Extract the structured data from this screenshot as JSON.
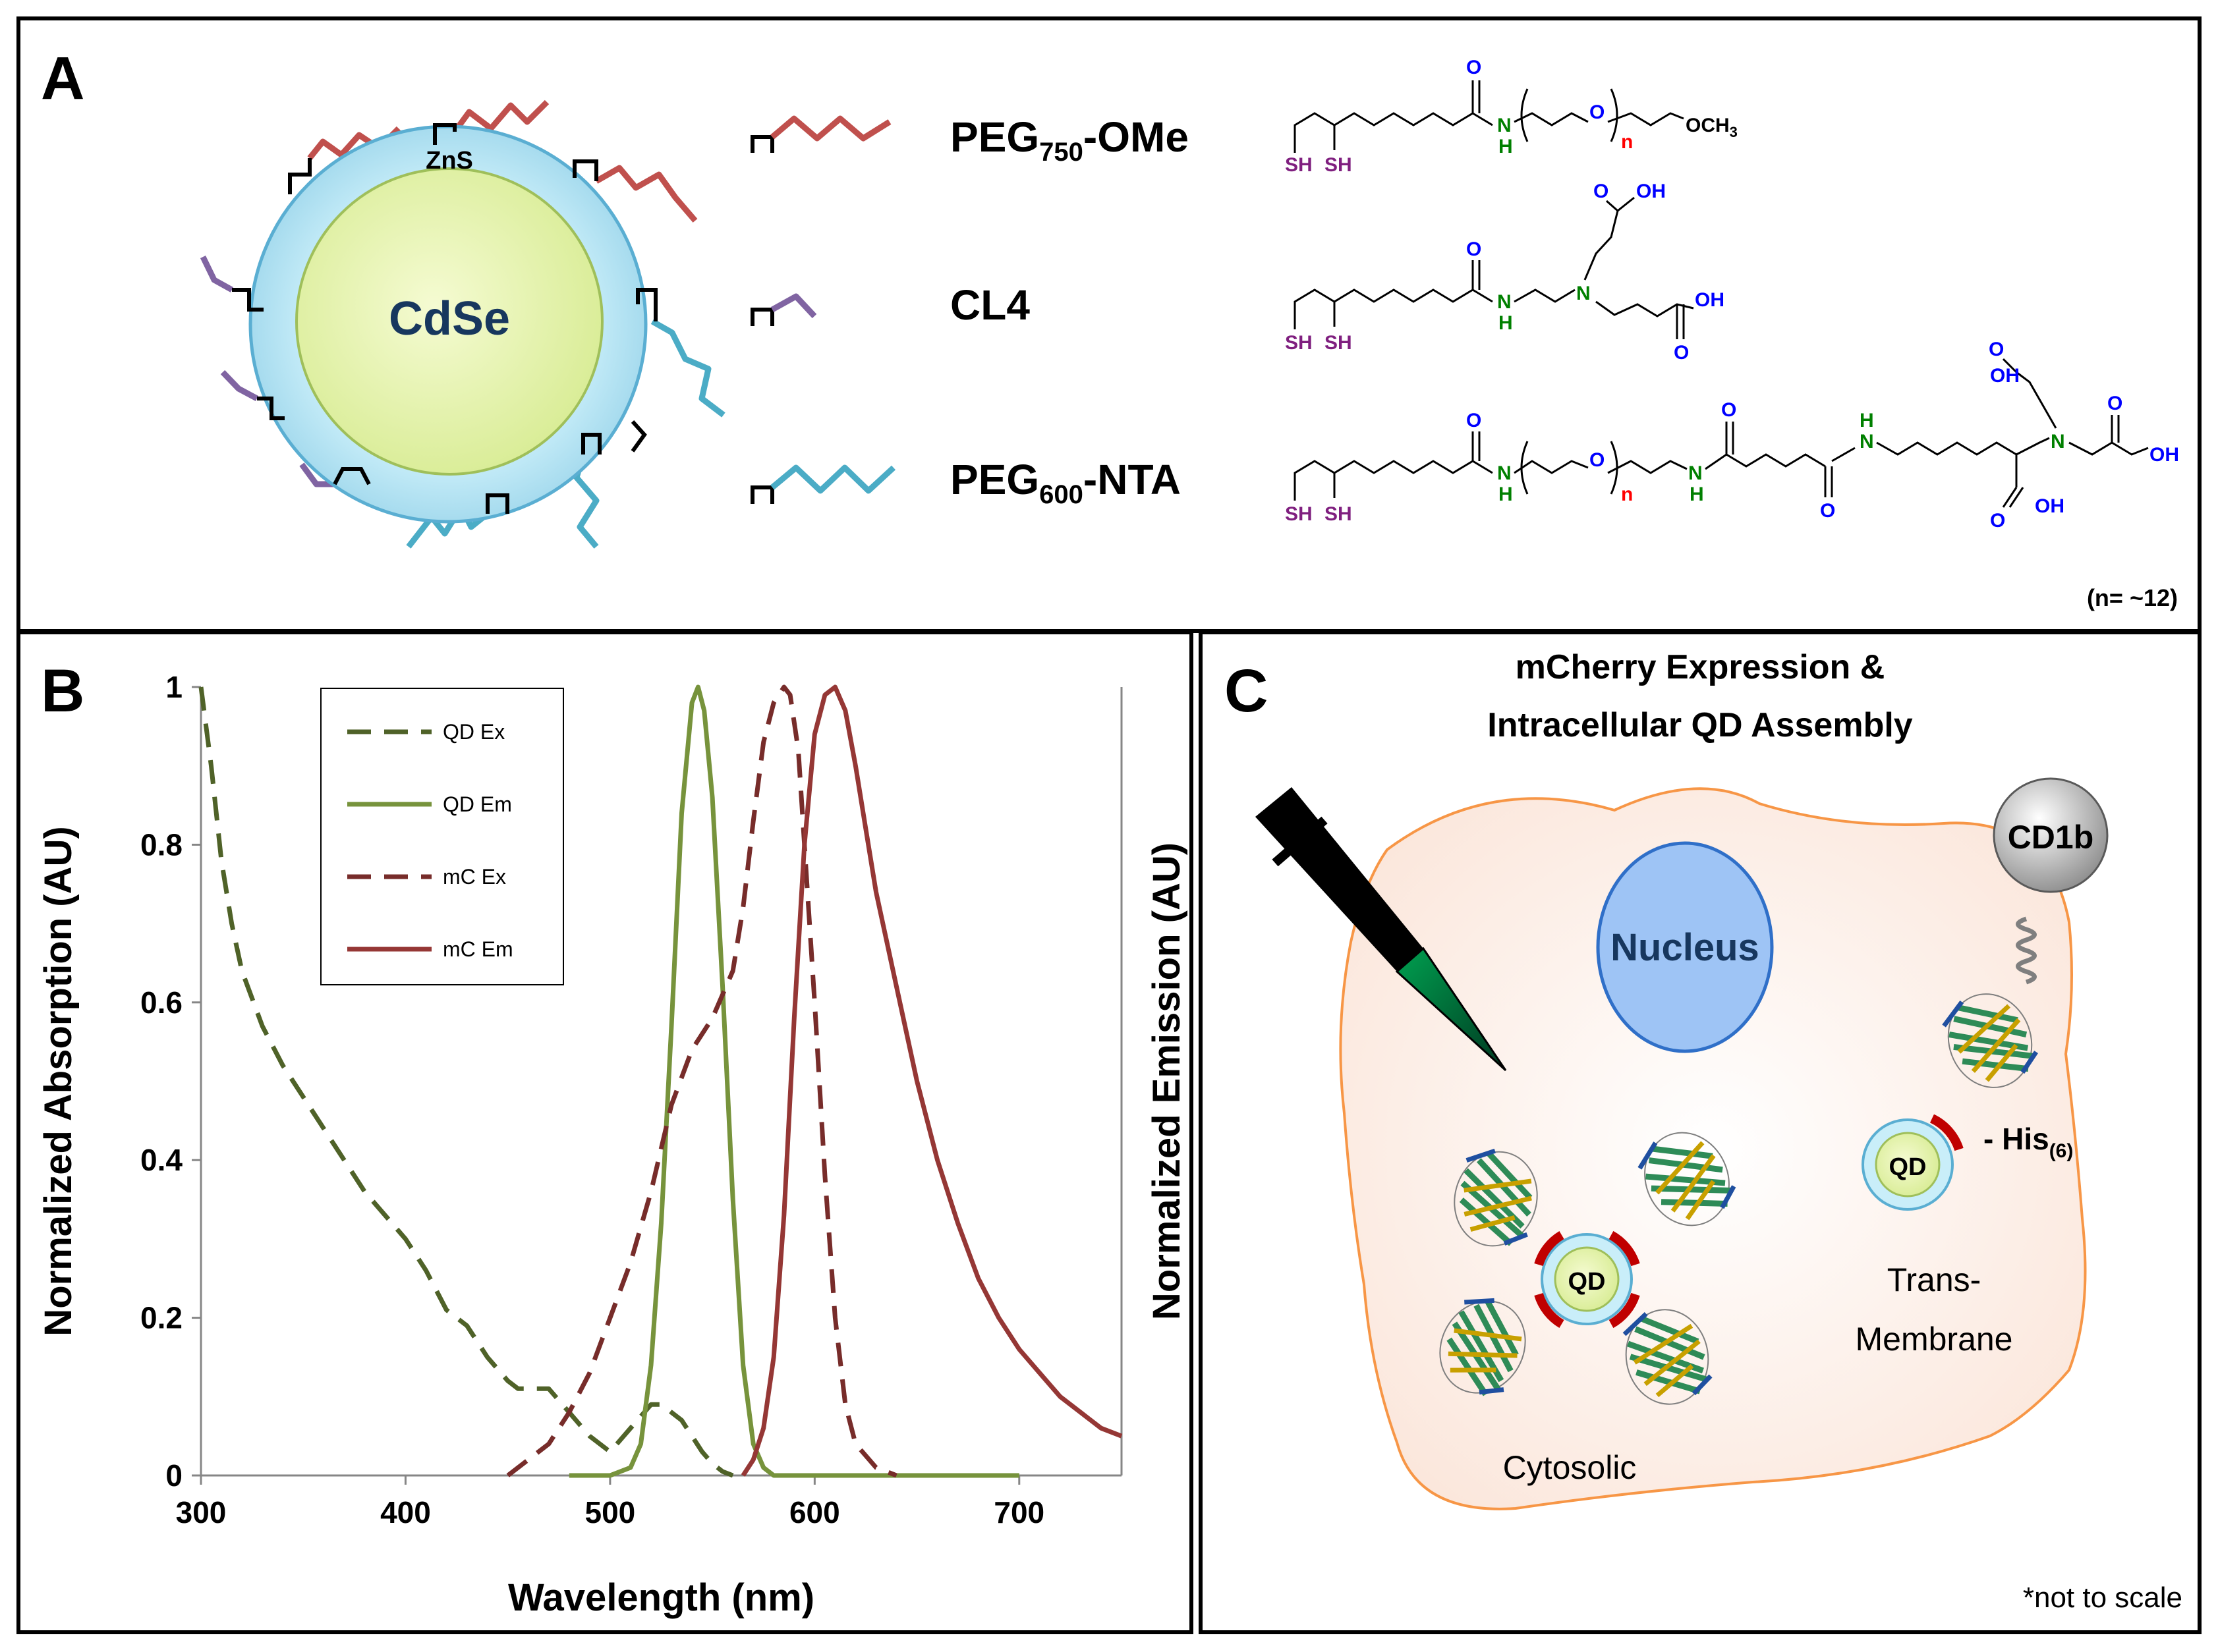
{
  "panels": {
    "a": {
      "letter": "A"
    },
    "b": {
      "letter": "B"
    },
    "c": {
      "letter": "C"
    }
  },
  "qd_schematic": {
    "core": "CdSe",
    "shell": "ZnS"
  },
  "ligands": [
    {
      "name_base": "PEG",
      "name_sub": "750",
      "name_tail": "-OMe",
      "color": "#c0504d"
    },
    {
      "name_base": "CL4",
      "name_sub": "",
      "name_tail": "",
      "color": "#8064a2"
    },
    {
      "name_base": "PEG",
      "name_sub": "600",
      "name_tail": "-NTA",
      "color": "#4bacc6"
    }
  ],
  "chem_labels": {
    "sh": "SH",
    "o": "O",
    "oh": "OH",
    "n_atom": "N",
    "h_atom": "H",
    "n_index": "n",
    "och3": "OCH",
    "och3_sub": "3"
  },
  "n_note": "(n= ~12)",
  "colors": {
    "sulfur": "#7f1f7f",
    "nitrogen": "#008000",
    "oxygen": "#0000ff",
    "index": "#ff0000"
  },
  "chart_data": {
    "type": "line",
    "xlabel": "Wavelength (nm)",
    "ylabel": "Normalized  Absorption  (AU)",
    "y2label": "Normalized  Emission  (AU)",
    "xlim": [
      300,
      750
    ],
    "ylim": [
      0,
      1
    ],
    "xticks": [
      "300",
      "400",
      "500",
      "600",
      "700"
    ],
    "yticks": [
      "0",
      "0.2",
      "0.4",
      "0.6",
      "0.8",
      "1"
    ],
    "legend_position": "top-left",
    "series": [
      {
        "name": "QD Ex",
        "color": "#4f6228",
        "dash": true,
        "x": [
          300,
          305,
          310,
          315,
          320,
          330,
          340,
          350,
          365,
          380,
          400,
          410,
          420,
          430,
          440,
          450,
          455,
          460,
          470,
          480,
          490,
          500,
          510,
          520,
          525,
          530,
          535,
          540,
          545,
          550,
          555,
          560
        ],
        "y": [
          1.0,
          0.9,
          0.78,
          0.7,
          0.64,
          0.57,
          0.52,
          0.48,
          0.42,
          0.36,
          0.3,
          0.26,
          0.21,
          0.19,
          0.15,
          0.12,
          0.11,
          0.11,
          0.11,
          0.08,
          0.05,
          0.03,
          0.06,
          0.09,
          0.09,
          0.08,
          0.07,
          0.05,
          0.03,
          0.015,
          0.005,
          0.0
        ]
      },
      {
        "name": "QD Em",
        "color": "#77933c",
        "dash": false,
        "x": [
          480,
          500,
          510,
          515,
          520,
          525,
          530,
          535,
          540,
          543,
          546,
          550,
          555,
          560,
          565,
          570,
          575,
          580,
          590,
          600,
          650,
          700
        ],
        "y": [
          0.0,
          0.0,
          0.01,
          0.04,
          0.14,
          0.32,
          0.57,
          0.84,
          0.98,
          1.0,
          0.97,
          0.86,
          0.62,
          0.35,
          0.14,
          0.04,
          0.01,
          0.0,
          0.0,
          0.0,
          0.0,
          0.0
        ]
      },
      {
        "name": "mC Ex",
        "color": "#772c2a",
        "dash": true,
        "x": [
          450,
          460,
          470,
          480,
          490,
          500,
          510,
          520,
          530,
          540,
          550,
          560,
          565,
          570,
          575,
          580,
          585,
          588,
          592,
          595,
          600,
          605,
          610,
          615,
          620,
          630,
          640
        ],
        "y": [
          0.0,
          0.02,
          0.04,
          0.08,
          0.13,
          0.2,
          0.27,
          0.36,
          0.47,
          0.54,
          0.58,
          0.64,
          0.72,
          0.83,
          0.93,
          0.98,
          1.0,
          0.99,
          0.92,
          0.8,
          0.6,
          0.38,
          0.2,
          0.09,
          0.04,
          0.01,
          0.0
        ]
      },
      {
        "name": "mC Em",
        "color": "#953735",
        "dash": false,
        "x": [
          565,
          570,
          575,
          580,
          585,
          590,
          595,
          600,
          605,
          610,
          615,
          620,
          625,
          630,
          640,
          650,
          660,
          670,
          680,
          690,
          700,
          710,
          720,
          730,
          740,
          750
        ],
        "y": [
          0.0,
          0.02,
          0.06,
          0.15,
          0.33,
          0.58,
          0.8,
          0.94,
          0.99,
          1.0,
          0.97,
          0.9,
          0.82,
          0.74,
          0.62,
          0.5,
          0.4,
          0.32,
          0.25,
          0.2,
          0.16,
          0.13,
          0.1,
          0.08,
          0.06,
          0.05
        ]
      }
    ]
  },
  "panel_c": {
    "title_line1": "mCherry Expression &",
    "title_line2": "Intracellular QD Assembly",
    "nucleus": "Nucleus",
    "cd1b": "CD1b",
    "qd_label": "QD",
    "his_base": "- His",
    "his_sub": "(6)",
    "trans_line1": "Trans-",
    "trans_line2": "Membrane",
    "cytosolic": "Cytosolic",
    "note": "*not to scale"
  }
}
